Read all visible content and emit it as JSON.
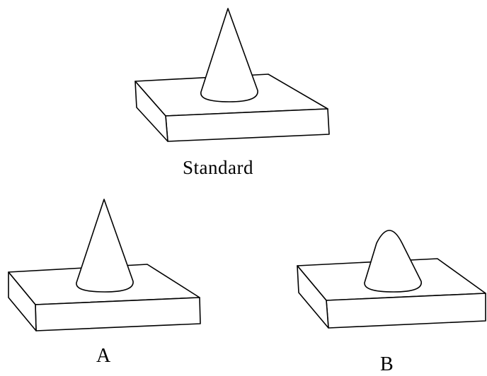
{
  "figure": {
    "labels": {
      "standard": "Standard",
      "a": "A",
      "b": "B"
    },
    "line_color": "#000000",
    "fill_color": "#ffffff"
  }
}
